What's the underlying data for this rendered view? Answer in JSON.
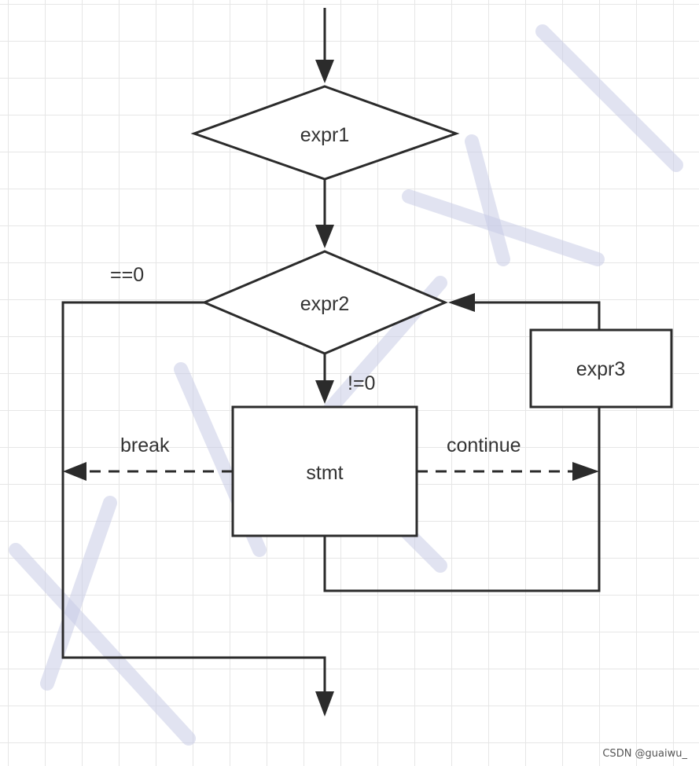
{
  "nodes": {
    "expr1": "expr1",
    "expr2": "expr2",
    "expr3": "expr3",
    "stmt": "stmt"
  },
  "edge_labels": {
    "eq_zero": "==0",
    "not_zero": "!=0",
    "break": "break",
    "continue": "continue"
  },
  "watermark": "CSDN @guaiwu_",
  "colors": {
    "stroke": "#2b2b2b",
    "text": "#333333",
    "grid": "#e6e6e6",
    "watermark_strokes": "#c9cce6"
  }
}
